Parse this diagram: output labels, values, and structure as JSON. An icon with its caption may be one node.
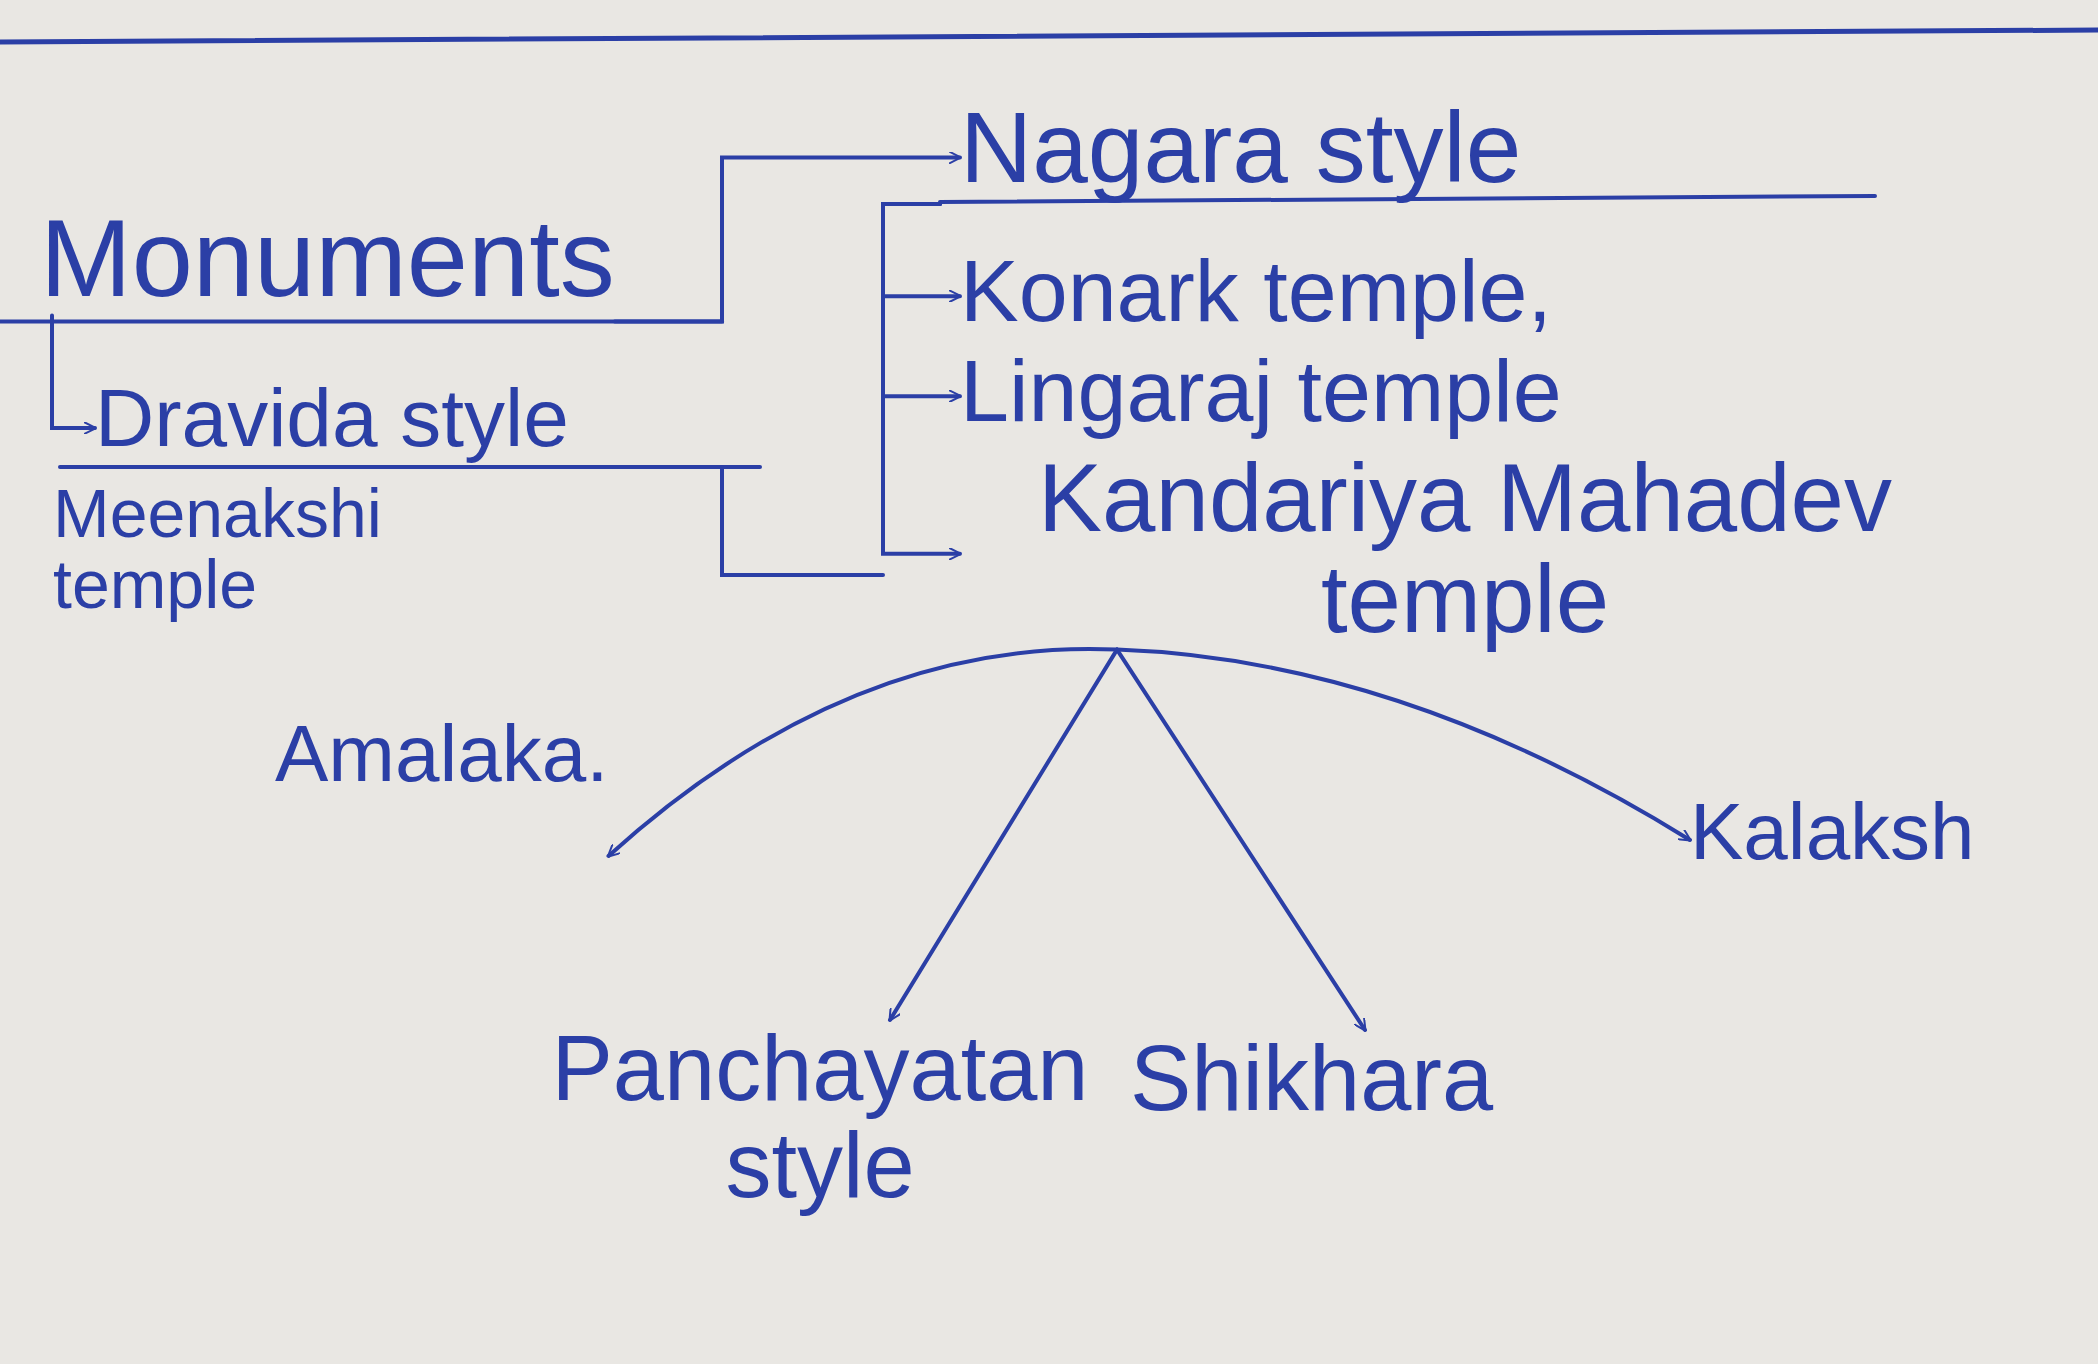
{
  "diagram": {
    "nodes": [
      {
        "text": [
          "Monuments"
        ]
      },
      {
        "text": [
          "Dravida style"
        ]
      },
      {
        "text": [
          "Nagara style"
        ]
      },
      {
        "text": [
          "Konark temple,"
        ]
      },
      {
        "text": [
          "Lingaraj temple"
        ]
      },
      {
        "text": [
          "Kandariya Mahadev temple"
        ]
      },
      {
        "text": [
          "Amalaka."
        ]
      },
      {
        "text": [
          "Kalaksh"
        ]
      },
      {
        "text": [
          "Panchayatan style"
        ]
      },
      {
        "text": [
          "Shikhara"
        ]
      }
    ],
    "edges": [
      {
        "from": 0,
        "to": 2,
        "arrow": "to"
      },
      {
        "from": 0,
        "to": 1,
        "arrow": "to"
      },
      {
        "from": 2,
        "to": 3,
        "arrow": "to"
      },
      {
        "from": 2,
        "to": 4,
        "arrow": "to"
      },
      {
        "from": 2,
        "to": 5,
        "arrow": "to"
      },
      {
        "from": 5,
        "to": 6,
        "arrow": "to"
      },
      {
        "from": 5,
        "to": 7,
        "arrow": "to"
      },
      {
        "from": 5,
        "to": 8,
        "arrow": "to"
      },
      {
        "from": 5,
        "to": 9,
        "arrow": "to"
      }
    ],
    "labels": [
      "Meenakshi temple"
    ]
  }
}
